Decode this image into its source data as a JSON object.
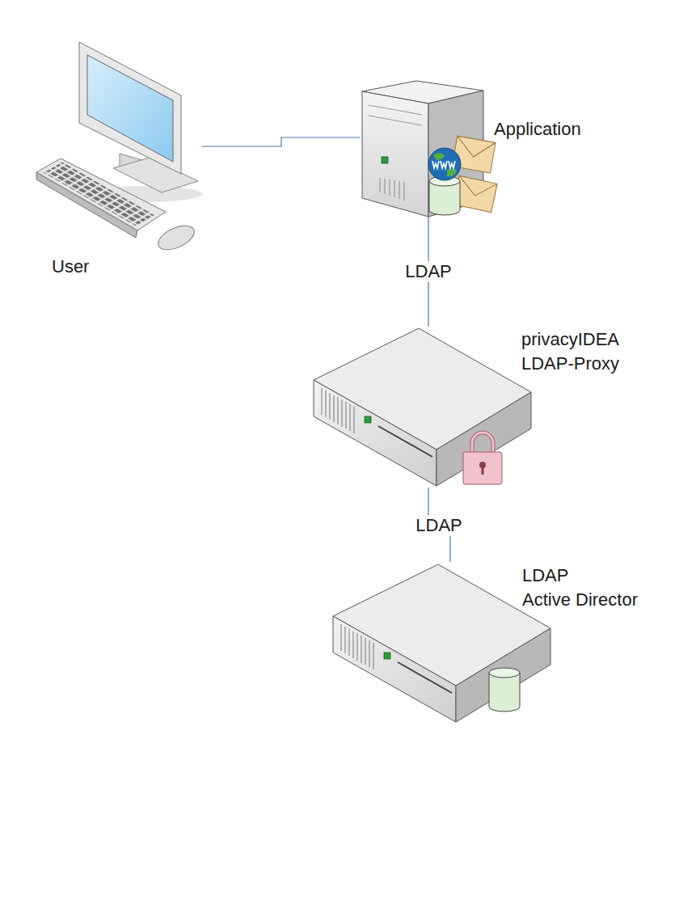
{
  "diagram": {
    "nodes": [
      {
        "text": [
          "User"
        ]
      },
      {
        "text": [
          "Application"
        ]
      },
      {
        "text": [
          "privacyIDEA LDAP-Proxy"
        ]
      },
      {
        "text": [
          "LDAP Active Director"
        ]
      }
    ],
    "edges": [
      {
        "from": 0,
        "to": 1,
        "arrow": "none"
      },
      {
        "from": 1,
        "to": 2,
        "label": "LDAP",
        "arrow": "none"
      },
      {
        "from": 2,
        "to": 3,
        "label": "LDAP",
        "arrow": "none"
      }
    ]
  }
}
